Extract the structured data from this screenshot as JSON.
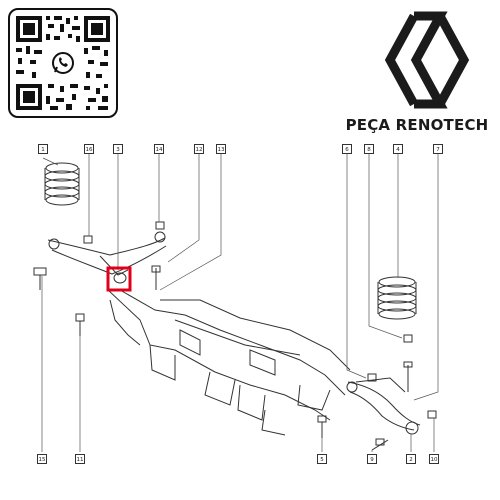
{
  "brand": {
    "name": "PEÇA RENOTECH",
    "logo_icon": "renault-diamond-logo",
    "logo_color": "#1b1b1b"
  },
  "qr": {
    "icon": "whatsapp-icon",
    "frame_color": "#111111"
  },
  "diagram": {
    "line_color": "#333333",
    "highlight_color": "#e0001a",
    "callouts": [
      "1",
      "16",
      "3",
      "14",
      "12",
      "13",
      "6",
      "8",
      "4",
      "7",
      "15",
      "11",
      "5",
      "9",
      "2",
      "10"
    ]
  }
}
